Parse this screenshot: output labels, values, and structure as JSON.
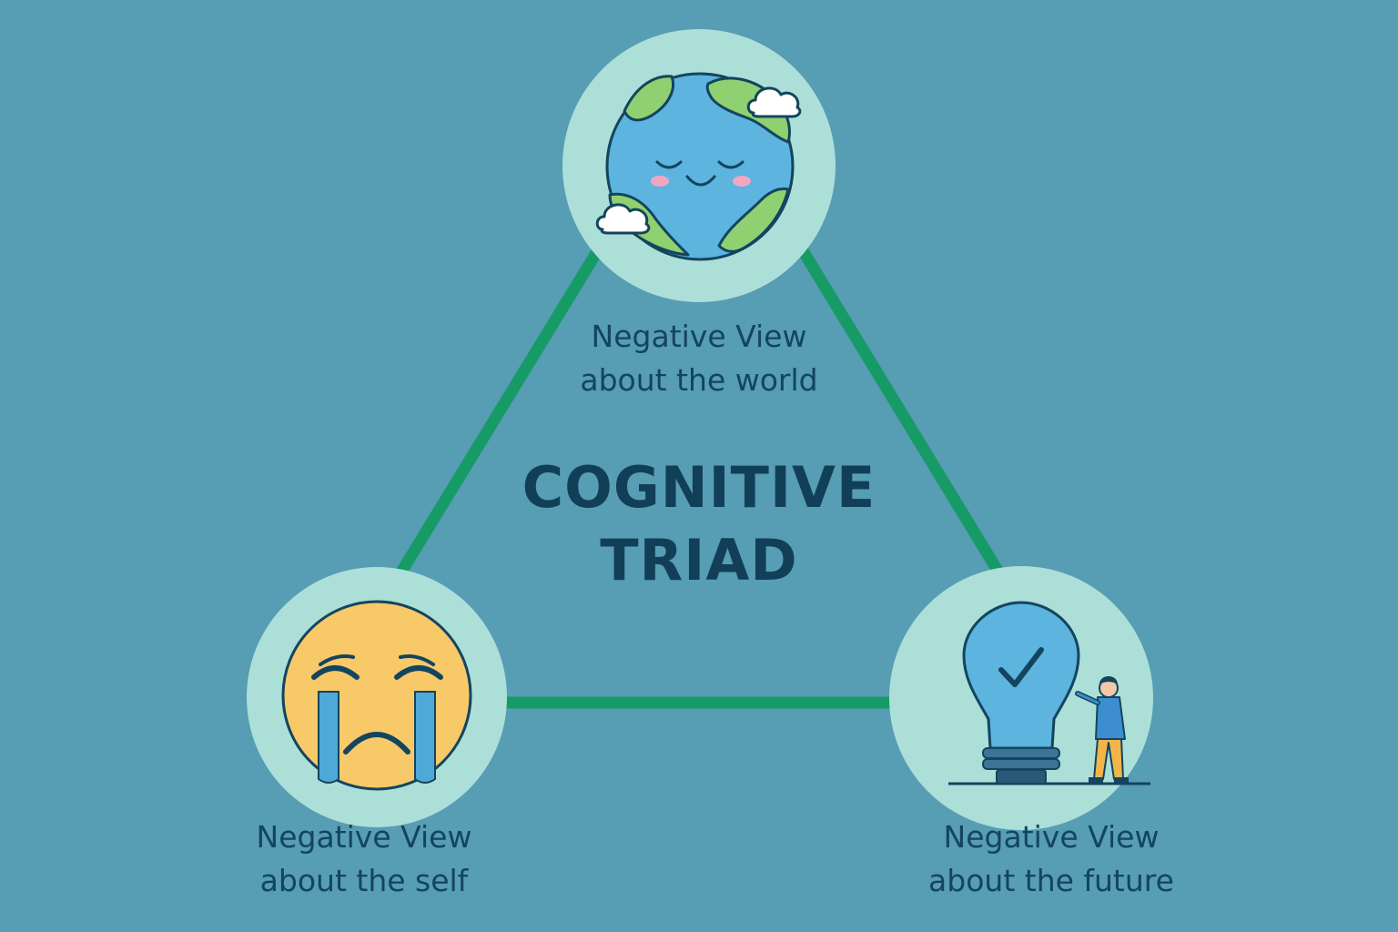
{
  "colors": {
    "background": "#579db4",
    "triangle_edge": "#169b66",
    "node_circle": "#addfd9",
    "text": "#13455e"
  },
  "title": {
    "line1": "COGNITIVE",
    "line2": "TRIAD"
  },
  "nodes": [
    {
      "id": "world",
      "icon": "smiling-earth-icon",
      "label_line1": "Negative View",
      "label_line2": "about the world"
    },
    {
      "id": "self",
      "icon": "crying-face-icon",
      "label_line1": "Negative View",
      "label_line2": "about the self"
    },
    {
      "id": "future",
      "icon": "lightbulb-with-person-icon",
      "label_line1": "Negative View",
      "label_line2": "about the future"
    }
  ]
}
